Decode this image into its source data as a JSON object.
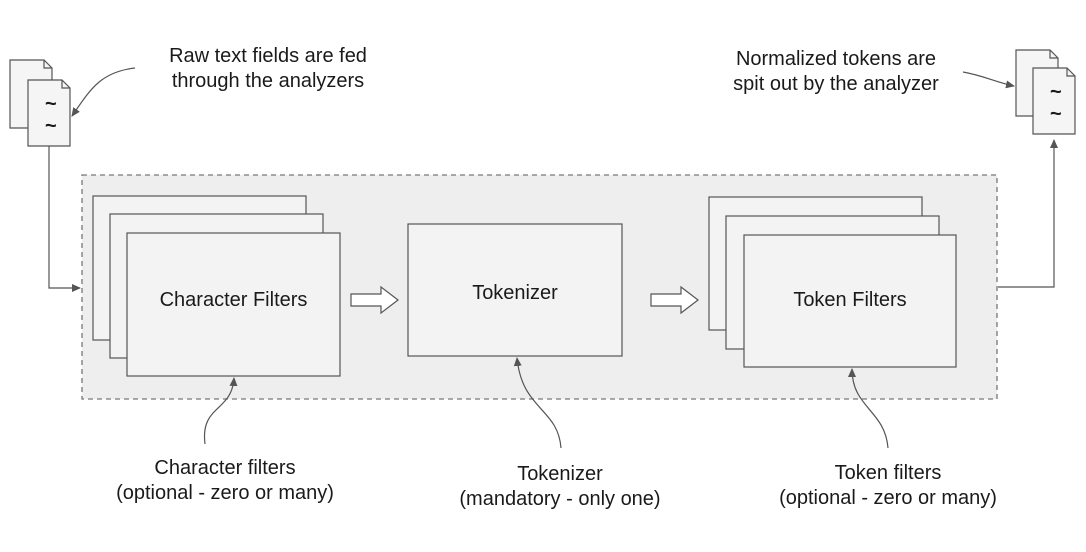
{
  "input_note": {
    "line1": "Raw text fields are fed",
    "line2": "through the analyzers"
  },
  "output_note": {
    "line1": "Normalized tokens are",
    "line2": "spit out by the analyzer"
  },
  "stages": {
    "character_filters": {
      "title": "Character Filters",
      "caption_line1": "Character filters",
      "caption_line2": "(optional - zero or many)"
    },
    "tokenizer": {
      "title": "Tokenizer",
      "caption_line1": "Tokenizer",
      "caption_line2": "(mandatory - only one)"
    },
    "token_filters": {
      "title": "Token Filters",
      "caption_line1": "Token filters",
      "caption_line2": "(optional - zero or many)"
    }
  },
  "document_glyph": "~",
  "colors": {
    "panel_fill": "#eeeeee",
    "box_fill": "#f3f3f3",
    "stroke": "#595959",
    "text": "#1a1a1a"
  }
}
